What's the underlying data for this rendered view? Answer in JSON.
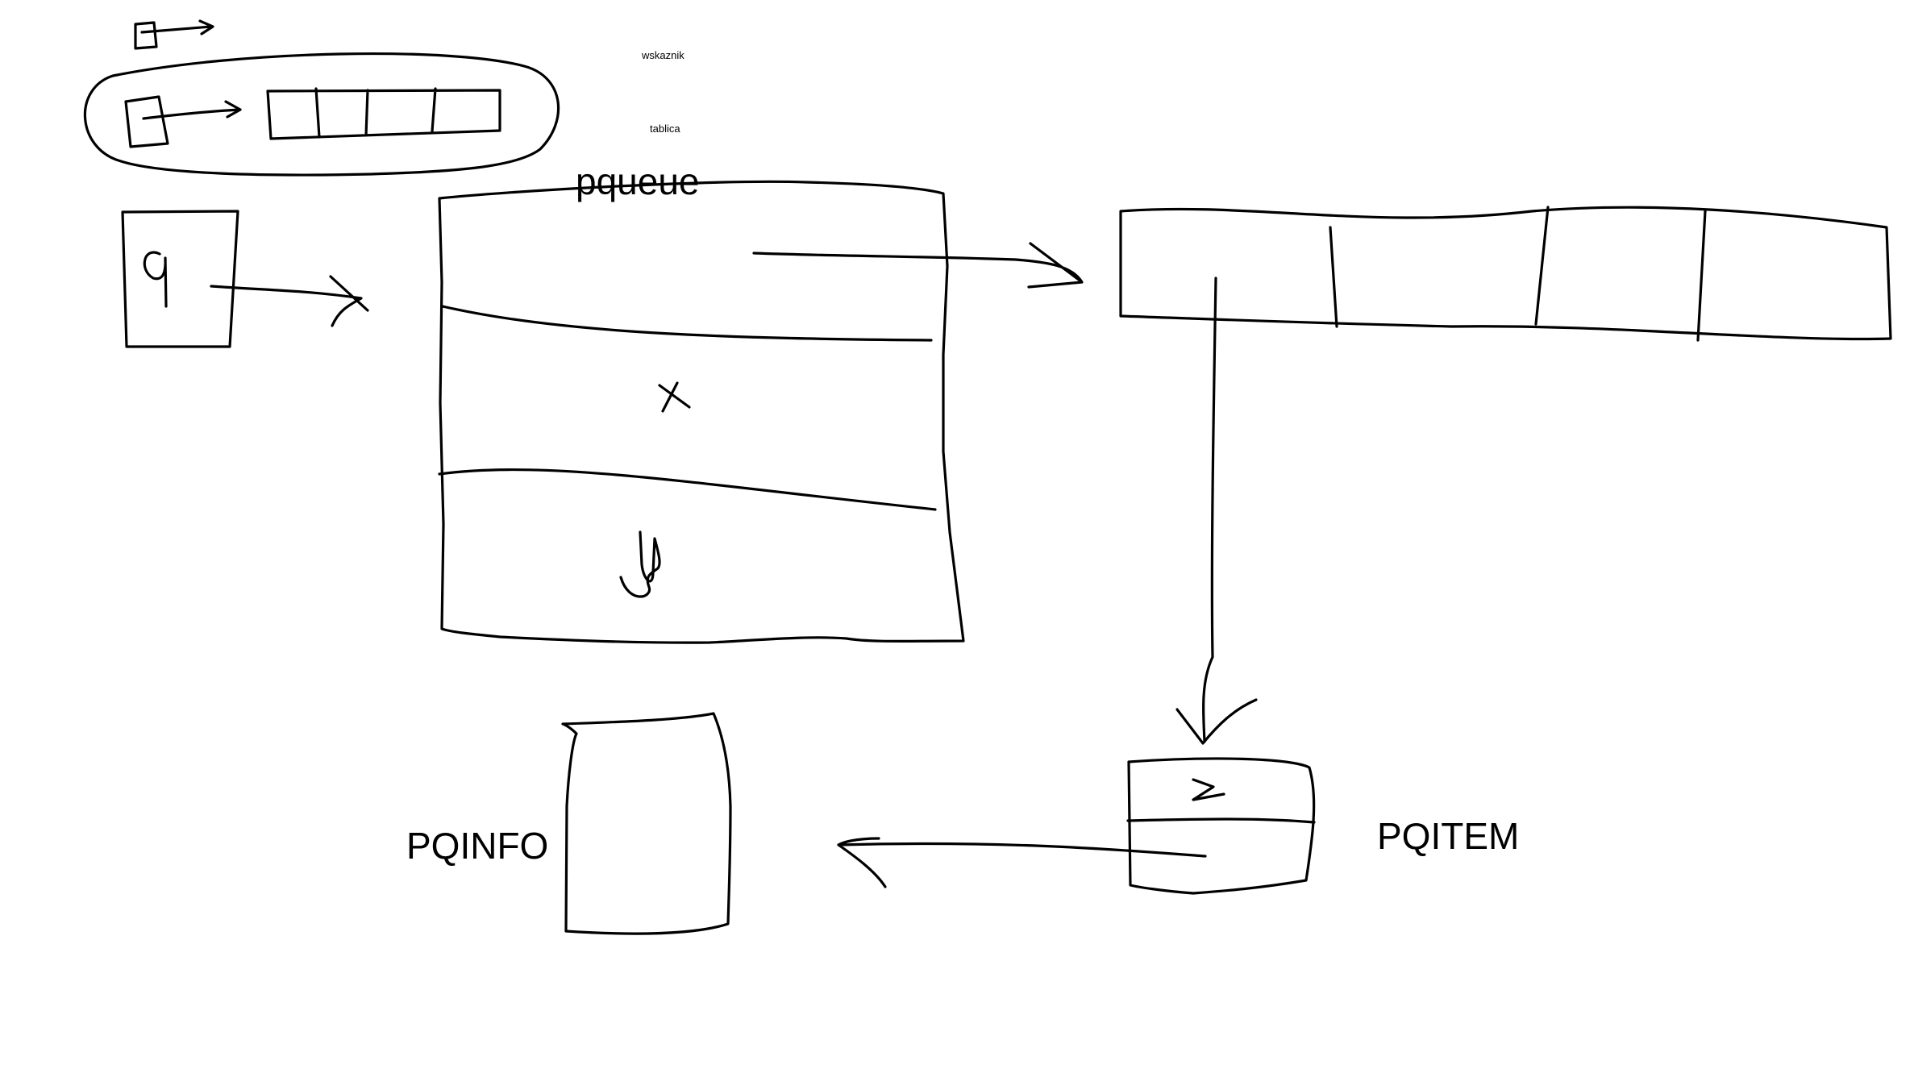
{
  "labels": {
    "wskaznik": "wskaznik",
    "tablica": "tablica",
    "pqueue": "pqueue",
    "pqinfo": "PQINFO",
    "pqitem": "PQITEM"
  },
  "field_marks": {
    "q": "q",
    "x": "x",
    "y": "y",
    "z": "z"
  },
  "colors": {
    "ink": "#000000",
    "background": "#ffffff"
  }
}
